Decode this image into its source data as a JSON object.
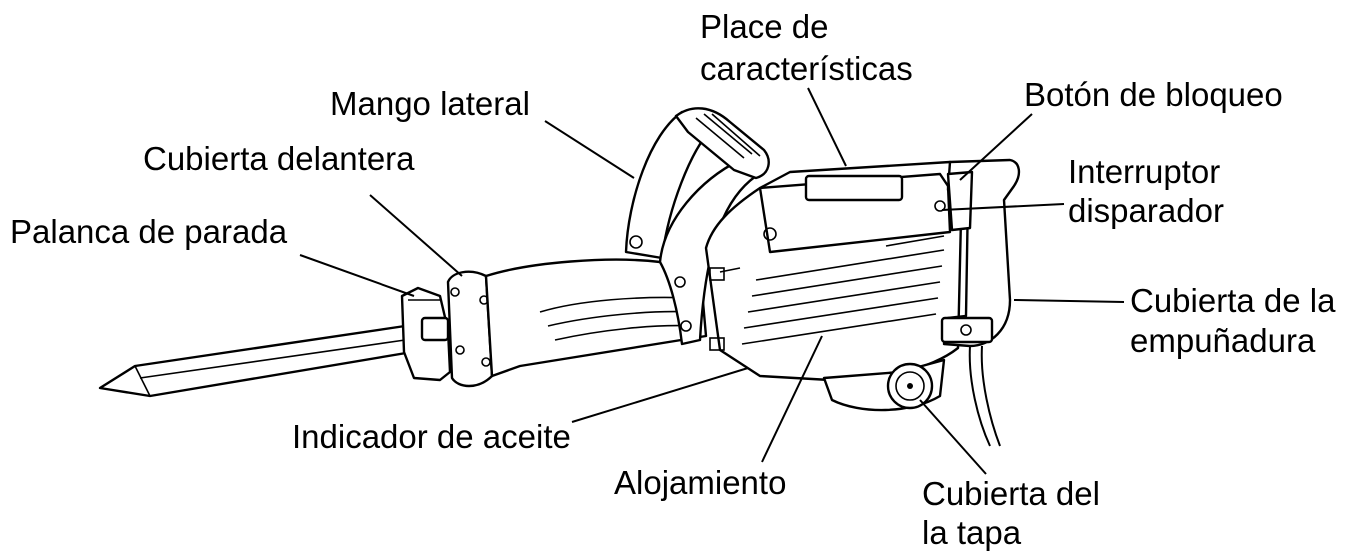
{
  "labels": {
    "place_line1": "Place de",
    "place_line2": "características",
    "mango_lateral": "Mango lateral",
    "boton_bloqueo": "Botón de bloqueo",
    "cubierta_delantera": "Cubierta delantera",
    "interruptor_line1": "Interruptor",
    "interruptor_line2": "disparador",
    "palanca_parada": "Palanca de parada",
    "empunadura_line1": "Cubierta de la",
    "empunadura_line2": "empuñadura",
    "indicador_aceite": "Indicador de aceite",
    "alojamiento": "Alojamiento",
    "tapa_line1": "Cubierta del",
    "tapa_line2": "la tapa"
  }
}
